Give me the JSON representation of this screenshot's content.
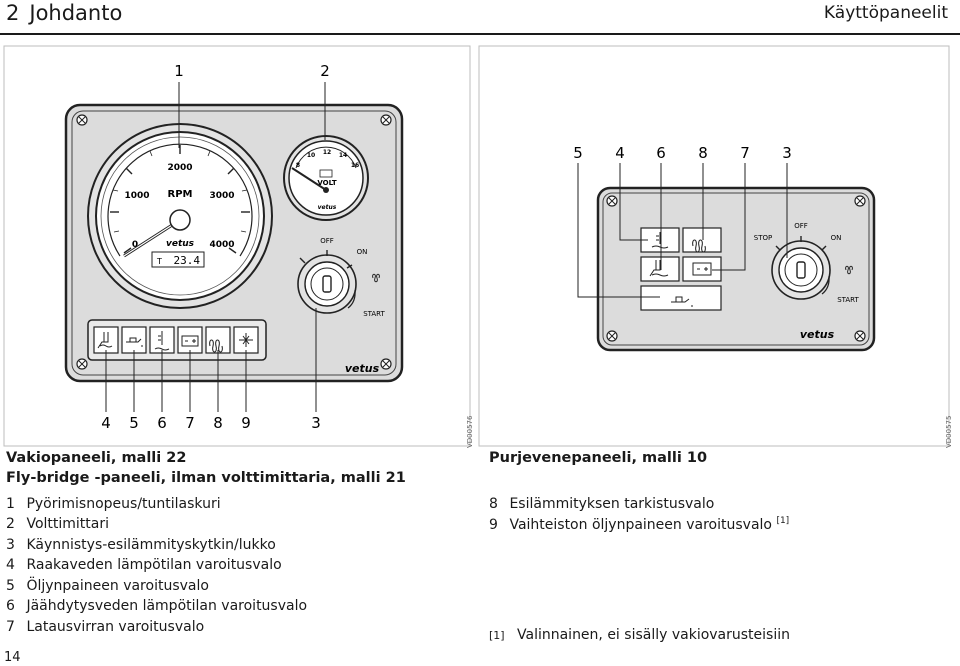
{
  "header": {
    "chapter_number": "2",
    "chapter_title": "Johdanto",
    "section": "Käyttöpaneelit"
  },
  "figure_left": {
    "callouts_top": [
      "1",
      "2"
    ],
    "callouts_bottom": [
      "4",
      "5",
      "6",
      "7",
      "8",
      "9",
      "3"
    ],
    "tacho": {
      "ticks": [
        "0",
        "1000",
        "2000",
        "3000",
        "4000"
      ],
      "label": "RPM",
      "display_prefix": "T",
      "display_value": "23.4",
      "brand": "vetus"
    },
    "voltmeter": {
      "ticks": [
        "8",
        "10",
        "12",
        "14",
        "16"
      ],
      "label": "VOLT",
      "brand": "vetus"
    },
    "key_switch": {
      "off": "OFF",
      "on": "ON",
      "start": "START"
    },
    "brand": "vetus",
    "code": "VD00576"
  },
  "figure_right": {
    "callouts_top": [
      "5",
      "4",
      "6",
      "8",
      "7",
      "3"
    ],
    "key_switch": {
      "stop": "STOP",
      "off": "OFF",
      "on": "ON",
      "start": "START"
    },
    "brand": "vetus",
    "code": "VD00575"
  },
  "left_text": {
    "heading1": "Vakiopaneeli, malli 22",
    "heading2": "Fly-bridge -paneeli, ilman volttimittaria, malli 21",
    "items": [
      {
        "n": "1",
        "t": "Pyörimisnopeus/tuntilaskuri"
      },
      {
        "n": "2",
        "t": "Volttimittari"
      },
      {
        "n": "3",
        "t": "Käynnistys-esilämmityskytkin/lukko"
      },
      {
        "n": "4",
        "t": "Raakaveden lämpötilan varoitusvalo"
      },
      {
        "n": "5",
        "t": "Öljynpaineen varoitusvalo"
      },
      {
        "n": "6",
        "t": "Jäähdytysveden lämpötilan varoitusvalo"
      },
      {
        "n": "7",
        "t": "Latausvirran varoitusvalo"
      }
    ]
  },
  "right_text": {
    "heading": "Purjevenepaneeli, malli 10",
    "items": [
      {
        "n": "8",
        "t": "Esilämmityksen tarkistusvalo",
        "sup": ""
      },
      {
        "n": "9",
        "t": "Vaihteiston öljynpaineen varoitusvalo",
        "sup": "[1]"
      }
    ],
    "footnote_mark": "[1]",
    "footnote_text": "Valinnainen, ei sisälly vakiovarusteisiin"
  },
  "page_number": "14"
}
